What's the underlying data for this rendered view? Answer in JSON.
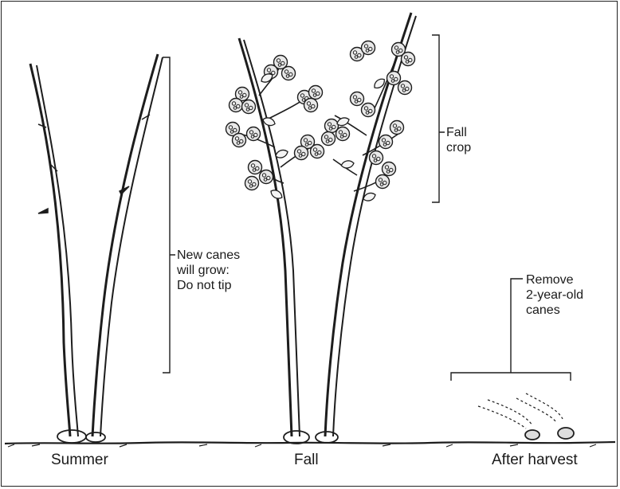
{
  "stages": {
    "summer": "Summer",
    "fall": "Fall",
    "after_harvest": "After harvest"
  },
  "annotations": {
    "new_canes": "New canes\nwill grow:\nDo not tip",
    "fall_crop": "Fall\ncrop",
    "remove_canes": "Remove\n2-year-old\ncanes"
  }
}
